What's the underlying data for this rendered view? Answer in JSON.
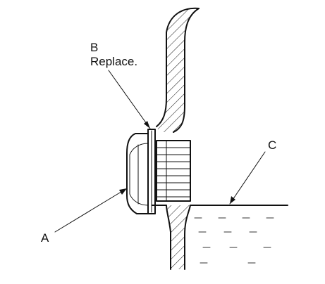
{
  "labels": {
    "a": "A",
    "b_letter": "B",
    "b_note": "Replace.",
    "c": "C"
  },
  "colors": {
    "line": "#111111",
    "background": "#ffffff"
  }
}
